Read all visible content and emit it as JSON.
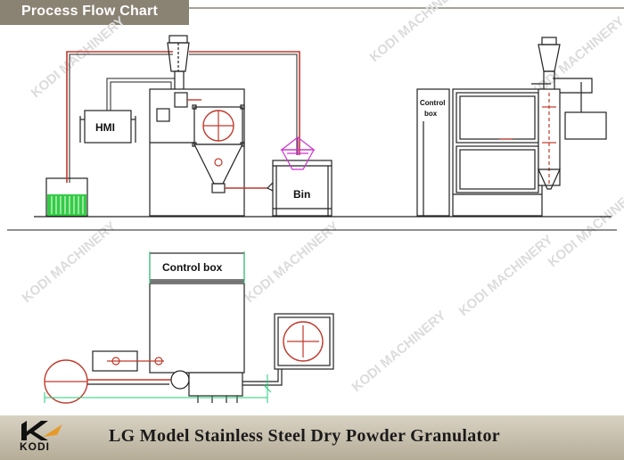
{
  "header": {
    "tab_title": "Process Flow Chart"
  },
  "labels": {
    "hmi": "HMI",
    "bin": "Bin",
    "control_box_side_line1": "Control",
    "control_box_side_line2": "box",
    "control_box_plan": "Control box"
  },
  "footer": {
    "title": "LG Model Stainless Steel Dry Powder Granulator",
    "brand": "KODI"
  },
  "watermark": {
    "text": "KODI MACHINERY"
  },
  "colors": {
    "pipe": "#c0392b",
    "line": "#222222",
    "liquid": "#33cc44",
    "dimension": "#22cc77",
    "bin_hopper": "#cc33cc",
    "tab_bg": "#8a8273",
    "footer_bg": "#c8c0ad"
  }
}
